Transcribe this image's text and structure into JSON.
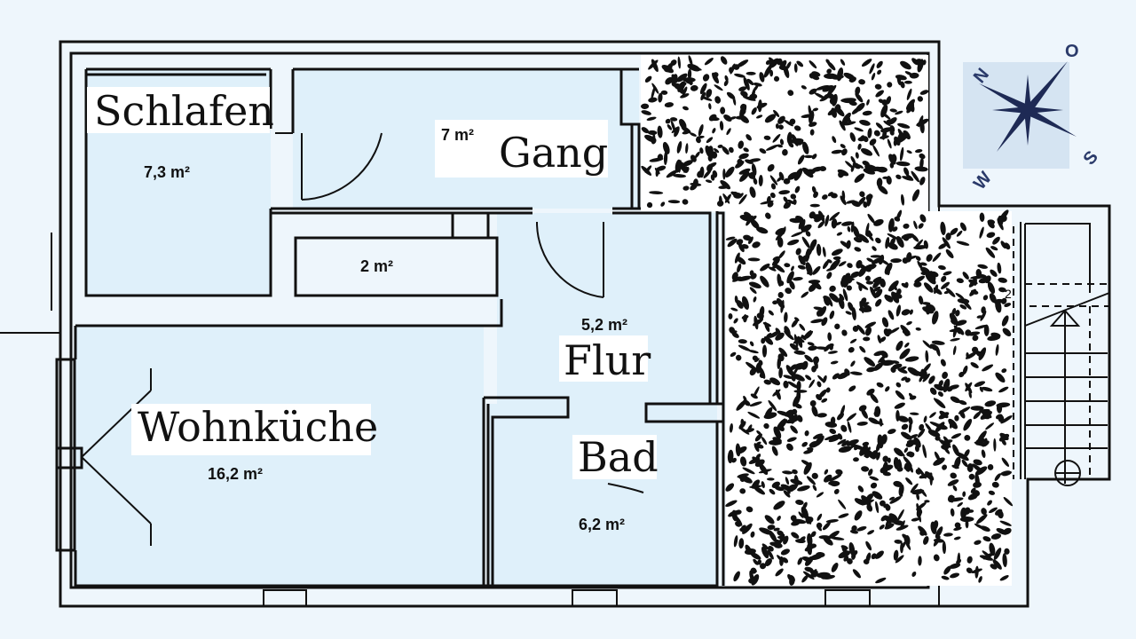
{
  "rooms": [
    {
      "name": "Schlafen",
      "area": "7,3 m²"
    },
    {
      "name": "Gang",
      "area": "7 m²"
    },
    {
      "name": "",
      "area": "2 m²"
    },
    {
      "name": "Flur",
      "area": "5,2 m²"
    },
    {
      "name": "Wohnküche",
      "area": "16,2 m²"
    },
    {
      "name": "Bad",
      "area": "6,2 m²"
    }
  ],
  "compass": {
    "n": "N",
    "o": "O",
    "s": "S",
    "w": "W"
  },
  "stair_mark": "2",
  "colors": {
    "background": "#eef6fc",
    "wall": "#111111",
    "compass": "#2a3a6a"
  }
}
